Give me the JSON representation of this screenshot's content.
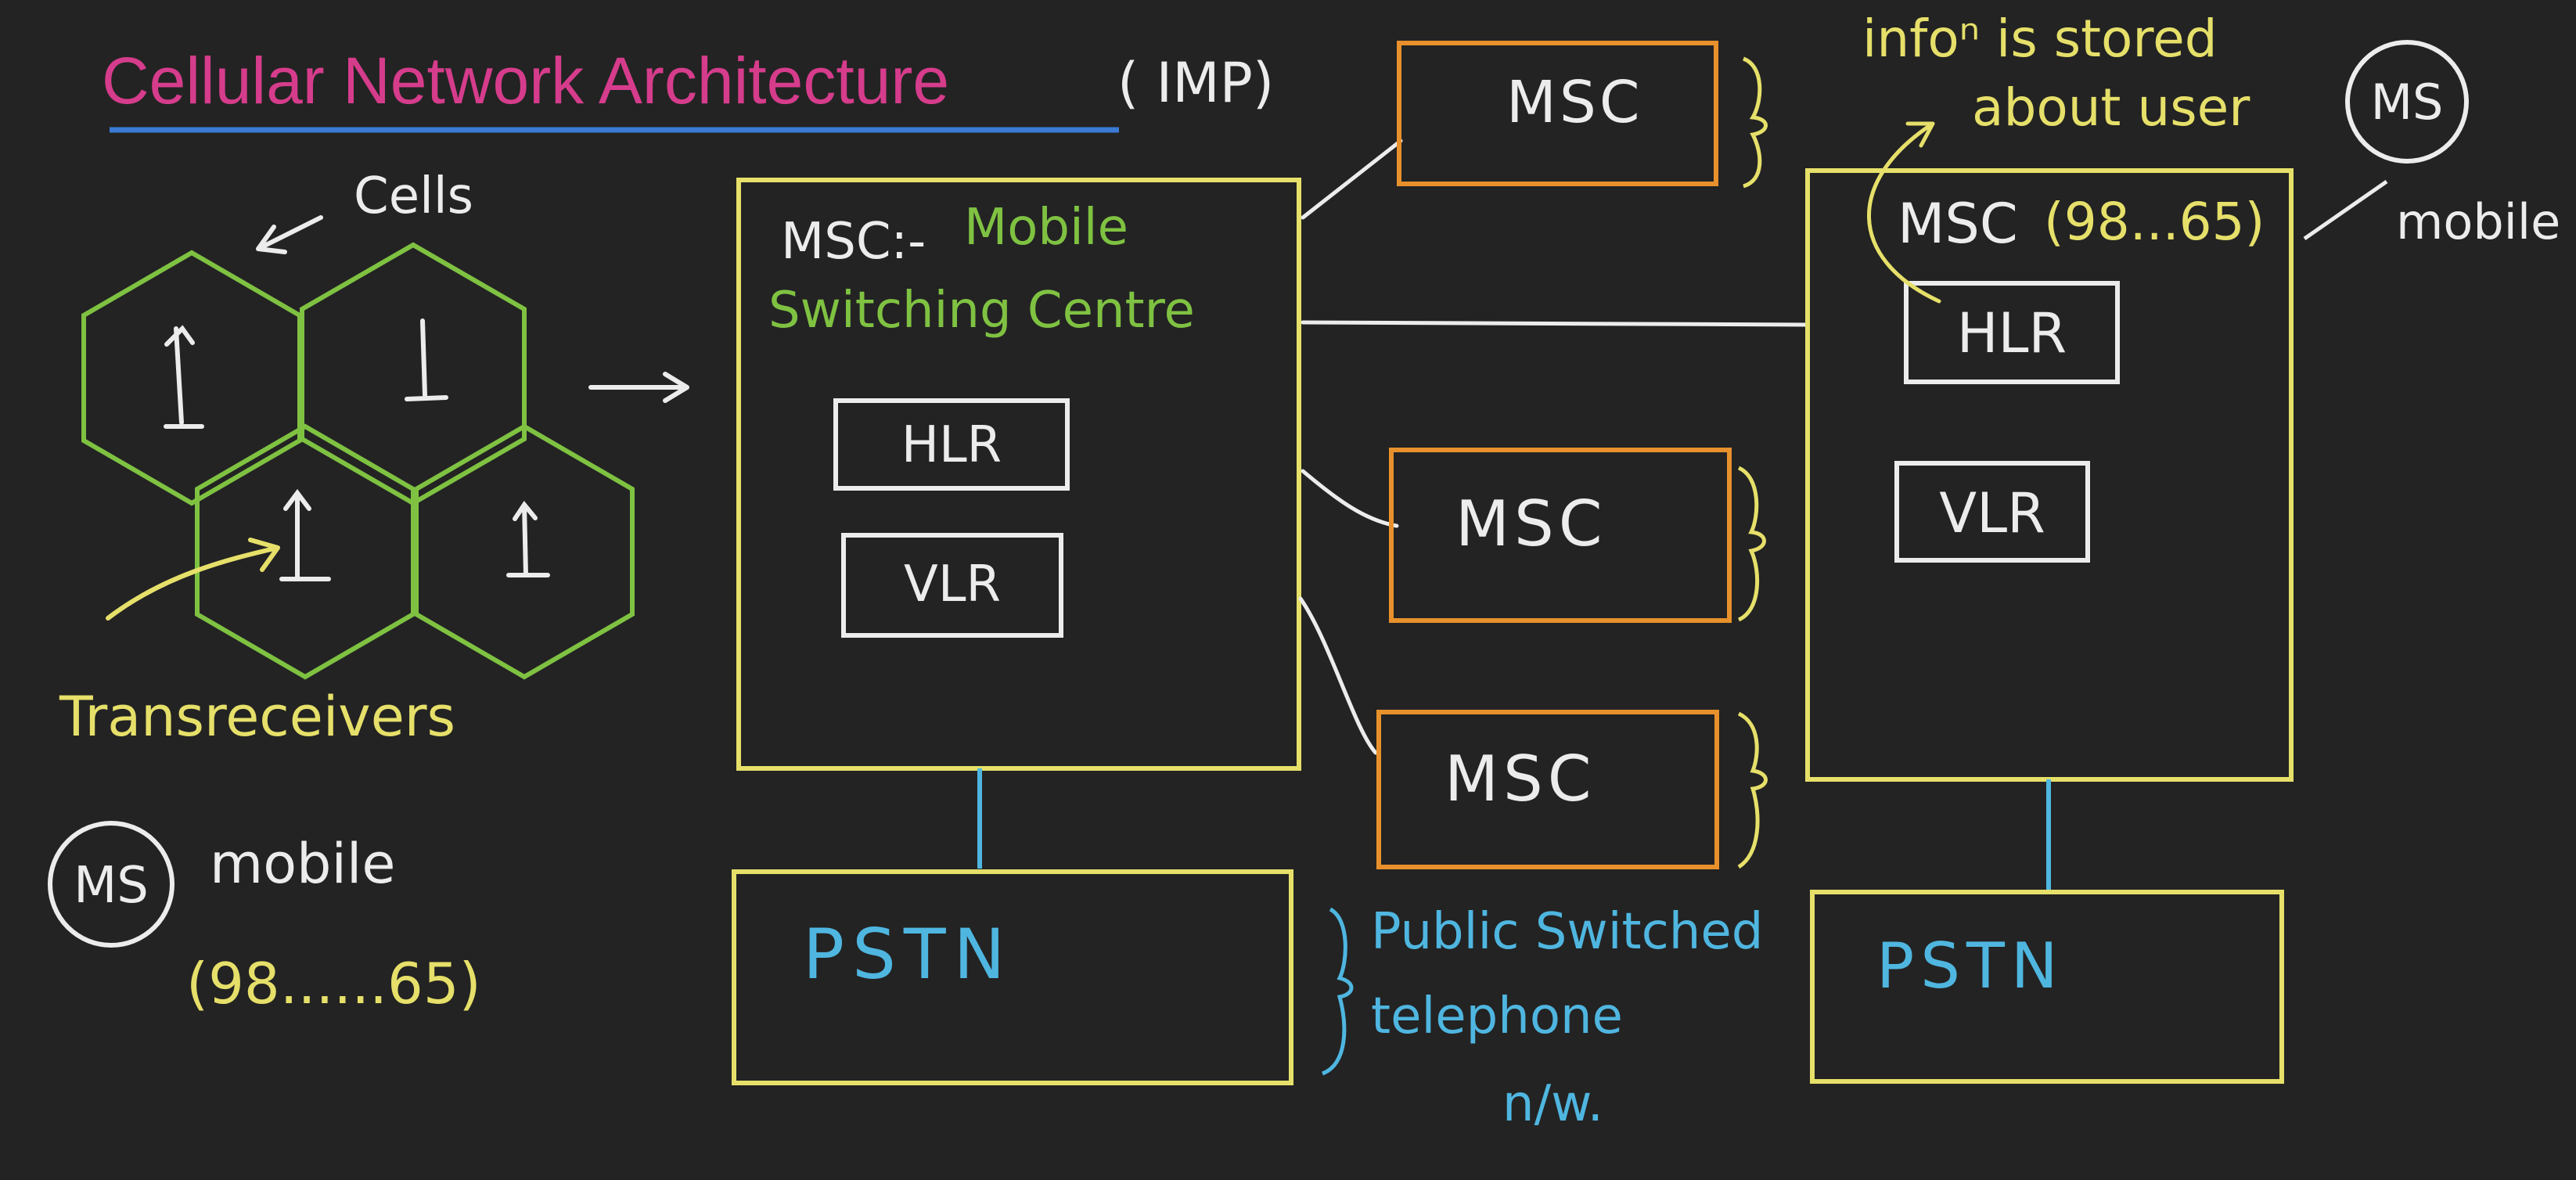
{
  "title": "Cellular Network Architecture",
  "title_note": "( IMP)",
  "cells_label": "Cells",
  "transceivers_label": "Transreceivers",
  "mobile_station": {
    "symbol": "MS",
    "label": "mobile",
    "number": "(98......65)"
  },
  "main_msc": {
    "label": "MSC:-",
    "full_form_line1": "Mobile",
    "full_form_line2": "Switching Centre",
    "hlr": "HLR",
    "vlr": "VLR"
  },
  "right_msc": {
    "label": "MSC",
    "number": "(98...65)",
    "hlr": "HLR",
    "vlr": "VLR"
  },
  "msc_nodes": [
    "MSC",
    "MSC",
    "MSC"
  ],
  "pstn_left": "PSTN",
  "pstn_right": "PSTN",
  "pstn_full_form": [
    "Public Switched",
    "telephone",
    "n/w."
  ],
  "info_note": [
    "infoⁿ is stored",
    "about user"
  ],
  "right_ms": {
    "symbol": "MS",
    "label": "mobile"
  },
  "colors": {
    "background": "#232323",
    "title": "#d63c8c",
    "title_underline": "#3a7bd5",
    "white": "#ececec",
    "yellow": "#e6e06a",
    "green": "#7fc242",
    "orange": "#e8912c",
    "cyan": "#4fb6e0"
  }
}
